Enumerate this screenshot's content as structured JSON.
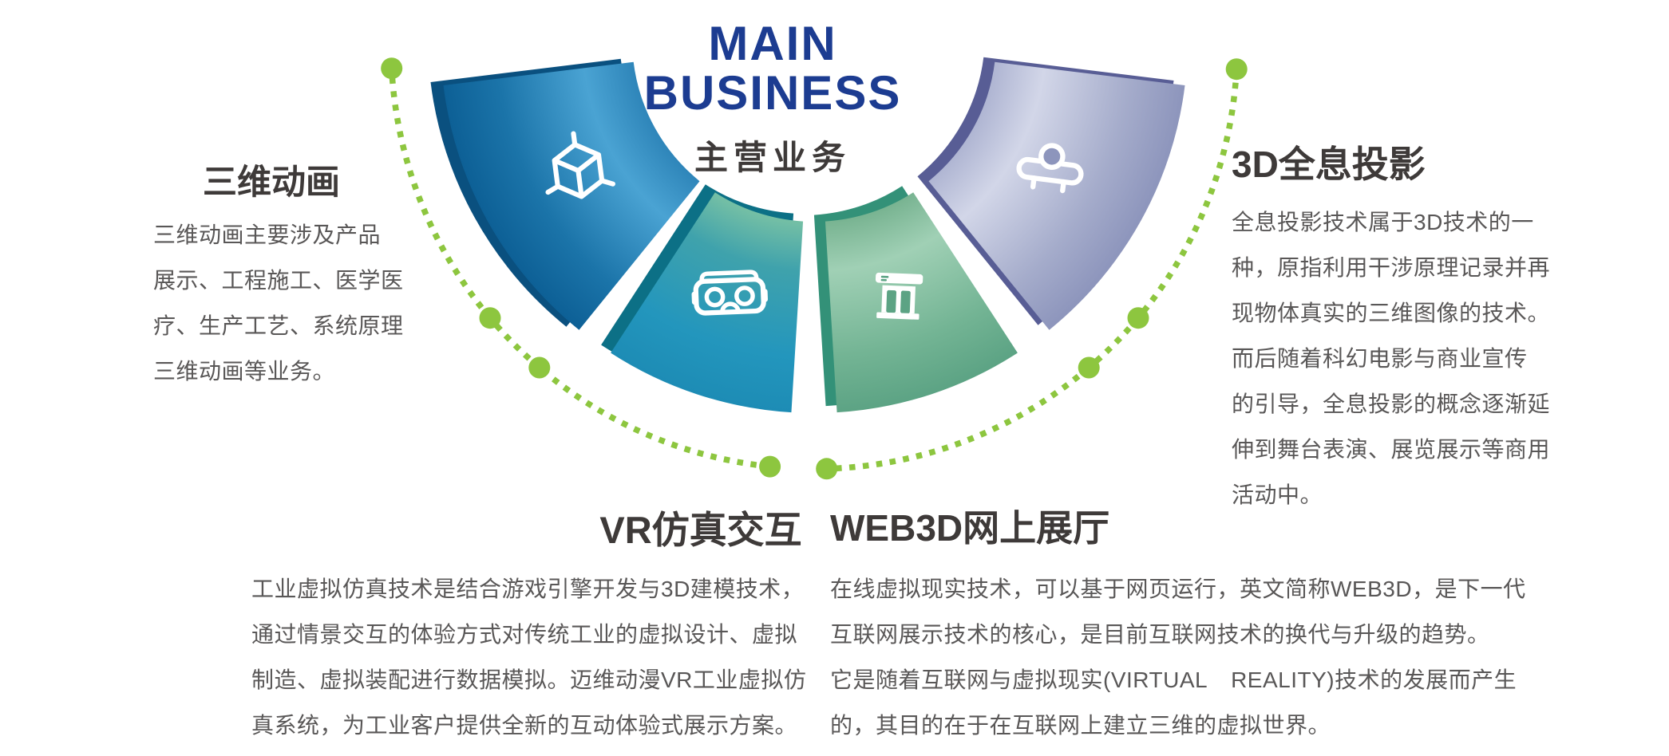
{
  "header": {
    "title_line1": "MAIN",
    "title_line2": "BUSINESS",
    "subtitle": "主营业务",
    "title_color": "#1c3c91",
    "subtitle_color": "#3e3a39"
  },
  "palette": {
    "heading": "#3e3a39",
    "body": "#595757",
    "dot_green": "#8dc63f",
    "background": "#ffffff"
  },
  "diagram": {
    "segments": [
      {
        "id": "animation3d",
        "label": "三维动画",
        "icon": "cube-3d-icon",
        "position": "upper-left",
        "gradient": [
          "#2f86ba",
          "#4aa3d3",
          "#1b74a9",
          "#0d6096"
        ],
        "side_color": "#0a507f"
      },
      {
        "id": "vr",
        "label": "VR仿真交互",
        "icon": "vr-goggles-icon",
        "position": "lower-left",
        "gradient": [
          "#74bfa5",
          "#3fa2ac",
          "#2396bd",
          "#1d8cb5"
        ],
        "side_color": "#0c7086"
      },
      {
        "id": "web3d",
        "label": "WEB3D网上展厅",
        "icon": "storefront-icon",
        "position": "lower-right",
        "gradient": [
          "#79b492",
          "#a0d0b5",
          "#73b494",
          "#5ca384"
        ],
        "side_color": "#339178"
      },
      {
        "id": "holo",
        "label": "3D全息投影",
        "icon": "hologram-icon",
        "position": "upper-right",
        "gradient": [
          "#b0b6d3",
          "#d2d6e8",
          "#a5accb",
          "#8d95bc"
        ],
        "side_color": "#585d95"
      }
    ]
  },
  "sections": [
    {
      "id": "animation3d",
      "title": "三维动画",
      "lines": [
        "三维动画主要涉及产品",
        "展示、工程施工、医学医",
        "疗、生产工艺、系统原理",
        "三维动画等业务。"
      ]
    },
    {
      "id": "vr",
      "title": "VR仿真交互",
      "lines": [
        "工业虚拟仿真技术是结合游戏引擎开发与3D建模技术，",
        "通过情景交互的体验方式对传统工业的虚拟设计、虚拟",
        "制造、虚拟装配进行数据模拟。迈维动漫VR工业虚拟仿",
        "真系统，为工业客户提供全新的互动体验式展示方案。"
      ]
    },
    {
      "id": "web3d",
      "title": "WEB3D网上展厅",
      "lines": [
        "在线虚拟现实技术，可以基于网页运行，英文简称WEB3D，是下一代",
        "互联网展示技术的核心，是目前互联网技术的换代与升级的趋势。",
        "它是随着互联网与虚拟现实(VIRTUAL  REALITY)技术的发展而产生",
        "的，其目的在于在互联网上建立三维的虚拟世界。"
      ]
    },
    {
      "id": "holo",
      "title": "3D全息投影",
      "lines": [
        "全息投影技术属于3D技术的一",
        "种，原指利用干涉原理记录并再",
        "现物体真实的三维图像的技术。",
        "而后随着科幻电影与商业宣传",
        "的引导，全息投影的概念逐渐延",
        "伸到舞台表演、展览展示等商用",
        "活动中。"
      ]
    }
  ]
}
